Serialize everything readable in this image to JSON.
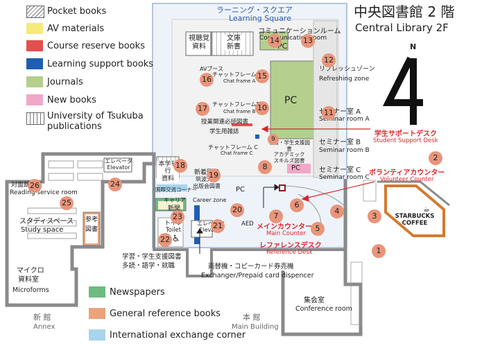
{
  "title": {
    "jp": "中央図書館 2 階",
    "en": "Central Library    2F"
  },
  "north": {
    "letter": "N",
    "numeral": "4"
  },
  "legend_top": [
    {
      "key": "pocket",
      "label": "Pocket books",
      "color": "#ffffff"
    },
    {
      "key": "av",
      "label": "AV materials",
      "color": "#f5ea7a"
    },
    {
      "key": "reserve",
      "label": "Course reserve books",
      "color": "#e0514e"
    },
    {
      "key": "learning",
      "label": "Learning support books",
      "color": "#1f5fb0"
    },
    {
      "key": "journals",
      "label": "Journals",
      "color": "#b4cf8e"
    },
    {
      "key": "newbooks",
      "label": "New books",
      "color": "#f1a7c7"
    },
    {
      "key": "tsukuba",
      "label": "University of Tsukuba",
      "label2": "publications",
      "color": "#ffffff"
    }
  ],
  "legend_bottom": [
    {
      "key": "newspapers",
      "label": "Newspapers",
      "color": "#6dbb80"
    },
    {
      "key": "reference",
      "label": "General reference books",
      "color": "#e9a47c"
    },
    {
      "key": "intl",
      "label": "International exchange corner",
      "color": "#a8d4ee"
    }
  ],
  "areas": {
    "learning_square": {
      "jp": "ラーニング・スクエア",
      "en": "Learning Square"
    },
    "communication_room": {
      "jp": "コミュニケーションルーム",
      "en": "Communication room",
      "pc": "PC"
    },
    "refreshing": {
      "jp": "リフレッシュゾーン",
      "en": "Refreshing zone"
    },
    "seminar_a": {
      "jp": "セミナー室 A",
      "en": "Seminar room A"
    },
    "seminar_b": {
      "jp": "セミナー室 B",
      "en": "Seminar room B"
    },
    "seminar_c": {
      "jp": "セミナー室 C",
      "en": "Seminar room C"
    },
    "pc_center": "PC",
    "pc_small": "PC",
    "pc_lower": "PC",
    "av_booth": {
      "jp": "AVブース"
    },
    "chat_a": {
      "jp": "チャットフレームA",
      "en": "Chat frame A"
    },
    "chat_b": {
      "jp": "チャットフレームB",
      "en": "Chat frame B"
    },
    "chat_c": {
      "jp": "チャットフレーム C",
      "en": "Chat frame C"
    },
    "shichokaku": {
      "l1": "視聴覚",
      "l2": "資料"
    },
    "bunko": {
      "l1": "文庫",
      "l2": "新書"
    },
    "jugyo": "授業関連必読図書",
    "gakusei_zasshi": "学生用雑誌",
    "gakushu_shien": {
      "l1": "学習・学生支援図書",
      "l2": "アカデミック",
      "l3": "スキルズ図書"
    },
    "honmoto": {
      "l1": "本学刊行",
      "l2": "資料"
    },
    "shinsho_newbooks": {
      "l1": "新着図書",
      "l2": "筑波大学",
      "l3": "出版会図書"
    },
    "kokusai": "国際交流コーナー",
    "career": {
      "jp": "キャリア",
      "en": "Career zone"
    },
    "shinbun": "新聞",
    "toilet": {
      "jp": "トイレ",
      "en": "Toilet"
    },
    "elevator_main": {
      "jp": "エレベータ",
      "en": "Elevator"
    },
    "elevator_annex": {
      "jp": "エレベータ",
      "en": "Elevator"
    },
    "aed": "AED",
    "reading_service": {
      "jp": "対面朗読室",
      "en": "Reading service room"
    },
    "study_space": {
      "jp": "スタディスペース",
      "en": "Study space"
    },
    "sanko": {
      "l1": "参考",
      "l2": "図書"
    },
    "microforms": {
      "jp1": "マイクロ",
      "jp2": "資料室",
      "en": "Microforms"
    },
    "conference": {
      "jp": "集会室",
      "en": "Conference room"
    },
    "starbucks": {
      "l1": "STARBUCKS",
      "l2": "COFFEE"
    },
    "annex": {
      "jp": "新 館",
      "en": "Annex"
    },
    "main_building": {
      "jp": "本 館",
      "en": "Main Building"
    }
  },
  "callouts": {
    "student_support": {
      "jp": "学生サポートデスク",
      "en": "Student Support Desk"
    },
    "volunteer": {
      "jp": "ボランティアカウンター",
      "en": "Volunteer Counter"
    },
    "main_counter": {
      "jp": "メインカウンター",
      "en": "Main Counter"
    },
    "reference_desk": {
      "jp": "レファレンスデスク",
      "en": "Reference Desk"
    },
    "study_books": {
      "l1": "学習・学生支援図書",
      "l2": "多読・語学・就職"
    },
    "exchanger": {
      "jp": "両替機・コピーカード券売機",
      "en": "Exchanger/Prepaid card dispencer"
    }
  },
  "pins": [
    "1",
    "2",
    "3",
    "4",
    "5",
    "6",
    "7",
    "8",
    "9",
    "10",
    "11",
    "12",
    "13",
    "14",
    "15",
    "16",
    "17",
    "18",
    "19",
    "20",
    "21",
    "22",
    "23",
    "24",
    "25",
    "26"
  ],
  "colors": {
    "pin": "#e8957a",
    "wall": "#8a8a8a",
    "accent_blue": "#2a5aa8",
    "red": "#d9262b"
  }
}
